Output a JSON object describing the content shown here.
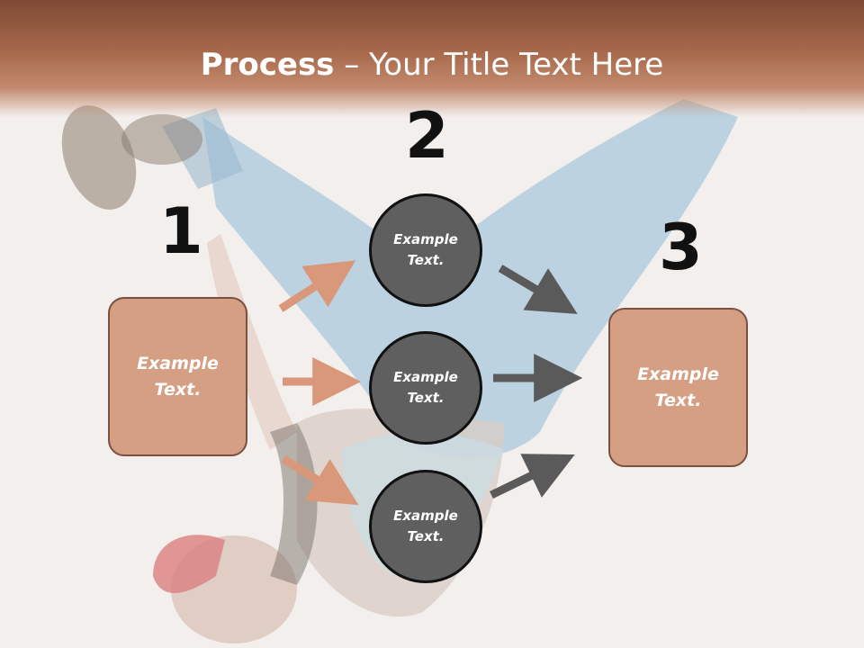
{
  "slide": {
    "title_bold": "Process",
    "title_rest": " – Your Title Text Here",
    "steps": [
      "1",
      "2",
      "3"
    ],
    "left_box": "Example\nText.",
    "right_box": "Example\nText.",
    "circles": [
      "Example\nText.",
      "Example\nText.",
      "Example\nText."
    ]
  },
  "colors": {
    "title_bar": "#a8694c",
    "box_fill": "#d49f83",
    "box_border": "#7a5040",
    "circle_fill": "#5f5f5f",
    "circle_border": "#111111",
    "arrow_left": "#d9987a",
    "arrow_right": "#5a5a5a"
  }
}
